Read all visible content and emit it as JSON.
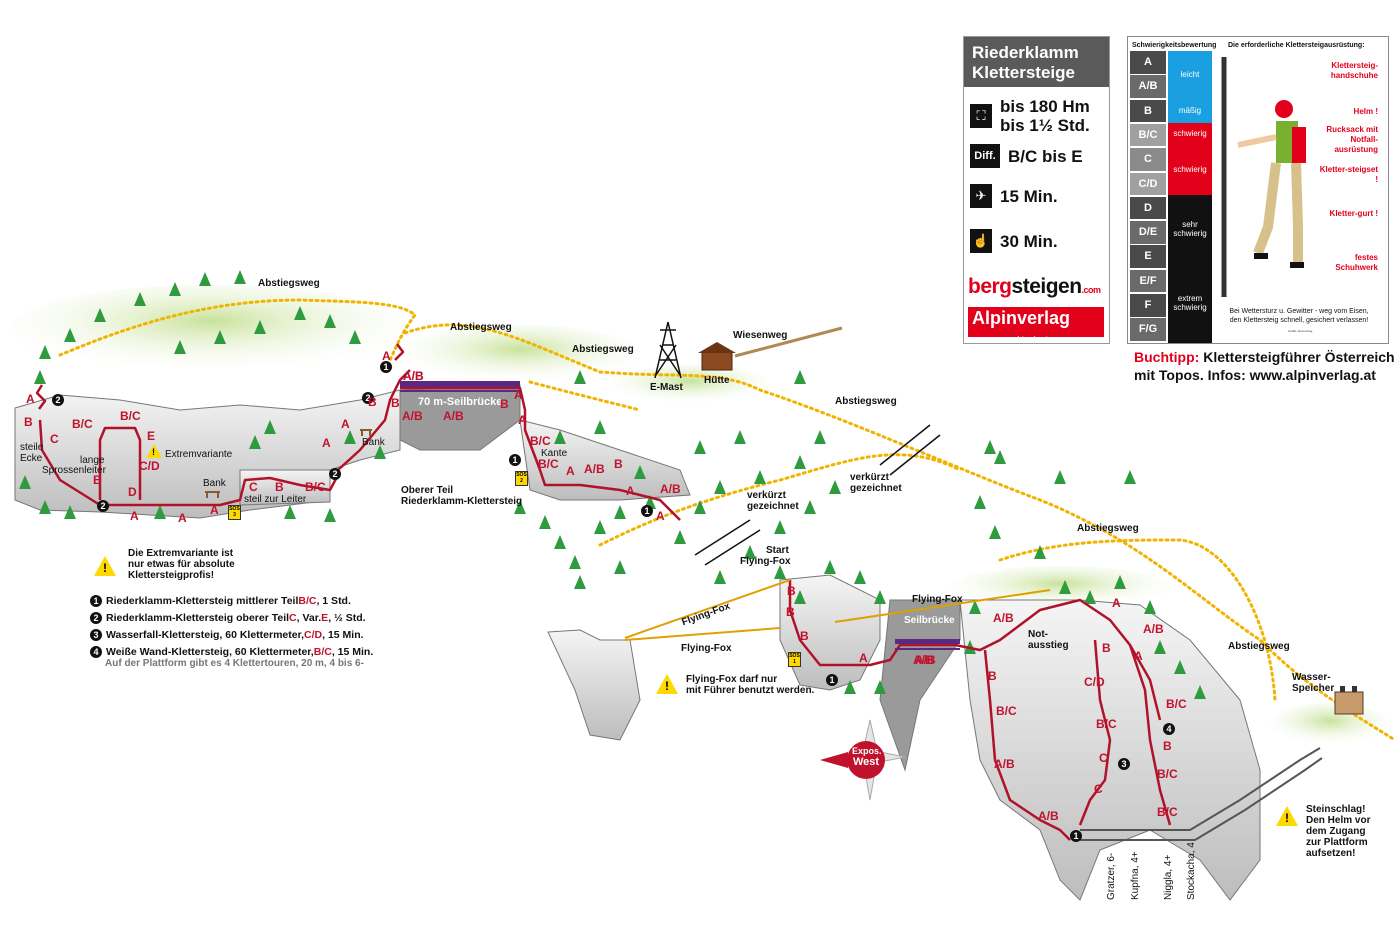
{
  "info_panel": {
    "title_line1": "Riederklamm",
    "title_line2": "Klettersteige",
    "height_meters": "bis 180 Hm",
    "duration": "bis 1½ Std.",
    "diff_icon": "Diff.",
    "difficulty": "B/C bis E",
    "approach": "15 Min.",
    "descent": "30 Min.",
    "brand_part1": "berg",
    "brand_part2": "steigen",
    "brand_com": ".com",
    "publisher": "Alpinverlag",
    "publisher_url": "www.alpinverlag.at",
    "icons": [
      "climber-icon",
      "difficulty-icon",
      "hiker-approach-icon",
      "hiker-descent-icon"
    ]
  },
  "scale_panel": {
    "header_left": "Schwierigkeitsbewertung",
    "header_right": "Die erforderliche Klettersteigausrüstung:",
    "grades": [
      "A",
      "A/B",
      "B",
      "B/C",
      "C",
      "C/D",
      "D",
      "D/E",
      "E",
      "E/F",
      "F",
      "F/G"
    ],
    "categories": [
      {
        "label": "leicht",
        "color": "#1a9fe0"
      },
      {
        "label": "mäßig",
        "color": "#1a9fe0"
      },
      {
        "label": "schwierig",
        "color": "#e3001b"
      },
      {
        "label": "schwierig",
        "color": "#e3001b"
      },
      {
        "label": "sehr schwierig",
        "color": "#111111"
      },
      {
        "label": "extrem schwierig",
        "color": "#111111"
      }
    ],
    "equipment": [
      "Klettersteig-handschuhe",
      "Helm !",
      "Rucksack mit Notfall-ausrüstung",
      "Kletter-steigset !",
      "Kletter-gurt !",
      "festes Schuhwerk"
    ],
    "footer_line1": "Bei Wettersturz u. Gewitter - weg vom Eisen,",
    "footer_line2": "den Klettersteig schnell, gesichert verlassen!",
    "credit": "Grafik: Alpinverlag"
  },
  "buchtipp": {
    "label": "Buchtipp:",
    "text1": "Klettersteigführer Österreich",
    "text2": "mit Topos. Infos: www.alpinverlag.at"
  },
  "map": {
    "places": {
      "abstieg1": "Abstiegsweg",
      "abstieg2": "Abstiegsweg",
      "abstieg3": "Abstiegsweg",
      "abstieg4": "Abstiegsweg",
      "abstieg5": "Abstiegsweg",
      "abstieg6": "Abstiegsweg",
      "wiesenweg": "Wiesenweg",
      "emast": "E-Mast",
      "huette": "Hütte",
      "seilbruecke70": "70 m-Seilbrücke",
      "seilbruecke": "Seilbrücke",
      "oberer1": "Oberer Teil",
      "oberer2": "Riederklamm-Klettersteig",
      "verkuerzt1a": "verkürzt",
      "verkuerzt1b": "gezeichnet",
      "verkuerzt2a": "verkürzt",
      "verkuerzt2b": "gezeichnet",
      "steile1": "steile",
      "steile2": "Ecke",
      "lange1": "lange",
      "lange2": "Sprossenleiter",
      "extrem": "Extremvariante",
      "bank1": "Bank",
      "bank2": "Bank",
      "leiter": "steil zur Leiter",
      "kante": "Kante",
      "start1": "Start",
      "start2": "Flying-Fox",
      "ff1": "Flying-Fox",
      "ff2": "Flying-Fox",
      "ff3": "Flying-Fox",
      "notaus1": "Not-",
      "notaus2": "ausstieg",
      "wasser1": "Wasser-",
      "wasser2": "Speicher",
      "expos1": "Expos.",
      "expos2": "West"
    },
    "warnings": {
      "extrem1": "Die Extremvariante ist",
      "extrem2": "nur etwas für absolute",
      "extrem3": "Klettersteigprofis!",
      "ff1": "Flying-Fox darf nur",
      "ff2": "mit Führer benutzt werden.",
      "stein1": "Steinschlag!",
      "stein2": "Den Helm vor",
      "stein3": "dem Zugang",
      "stein4": "zur Plattform",
      "stein5": "aufsetzen!"
    },
    "sos": [
      "SOS 1",
      "SOS 2",
      "SOS 3"
    ],
    "routes_top": [
      "A",
      "A/B",
      "A",
      "B",
      "B/C",
      "C",
      "B/C",
      "E",
      "C/D",
      "B",
      "D",
      "A",
      "A",
      "C",
      "B",
      "B/C",
      "A",
      "A",
      "B",
      "A",
      "B",
      "A/B",
      "B",
      "A",
      "A",
      "B/C",
      "B/C",
      "A",
      "A/B",
      "B",
      "A",
      "A/B",
      "A",
      "A/B"
    ],
    "routes_bottom": [
      "B",
      "B",
      "B",
      "A",
      "A/B",
      "A/B",
      "B",
      "B/C",
      "A/B",
      "A/B",
      "C/D",
      "B/C",
      "C",
      "C",
      "A",
      "A/B",
      "B",
      "B/C",
      "B",
      "B/C",
      "B/C",
      "A",
      "A/B"
    ],
    "climbs": [
      "Gratzer, 6-",
      "Kupfna, 4+",
      "Niggla, 4+",
      "Stockacha, 4"
    ]
  },
  "legend": {
    "items": [
      {
        "n": "1",
        "pre": "Riederklamm-Klettersteig mittlerer Teil ",
        "grade": "B/C",
        "post": ", 1 Std."
      },
      {
        "n": "2",
        "pre": "Riederklamm-Klettersteig oberer Teil ",
        "grade": "C",
        "mid": ", Var. ",
        "grade2": "E",
        "post": ", ½ Std."
      },
      {
        "n": "3",
        "pre": "Wasserfall-Klettersteig, 60 Klettermeter, ",
        "grade": "C/D",
        "post": ", 15 Min."
      },
      {
        "n": "4",
        "pre": "Weiße Wand-Klettersteig, 60 Klettermeter, ",
        "grade": "B/C",
        "post": ", 15 Min."
      }
    ],
    "platform": "Auf der Plattform gibt es 4 Klettertouren, 20 m, 4 bis 6-"
  }
}
